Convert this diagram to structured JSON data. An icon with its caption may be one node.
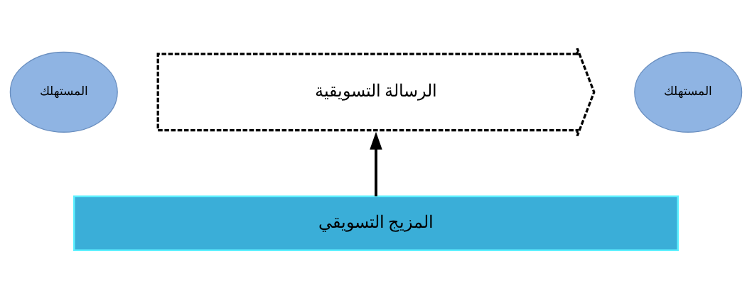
{
  "diagram": {
    "nodes": [
      {
        "text": [
          "المستهلك"
        ]
      },
      {
        "text": [
          "الرسالة التسويقية"
        ]
      },
      {
        "text": [
          "المستهلك"
        ]
      },
      {
        "text": [
          "المزيج التسويقي"
        ]
      }
    ],
    "edges": [
      {
        "from": 3,
        "to": 1,
        "arrow": "to"
      }
    ]
  }
}
